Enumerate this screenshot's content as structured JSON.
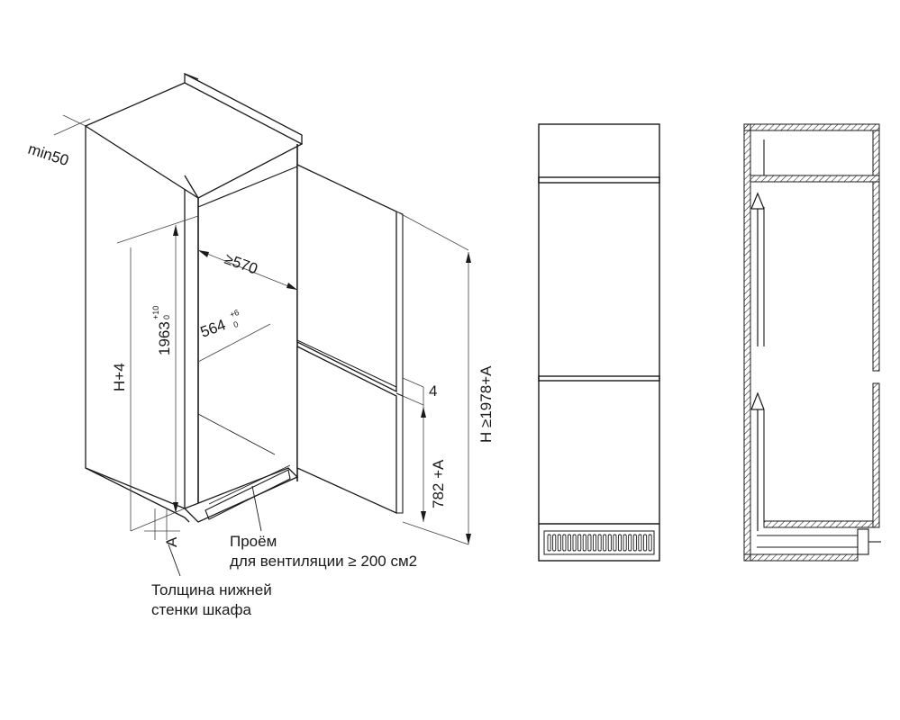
{
  "dimensions": {
    "min_gap": "min50",
    "depth_total": "≥570",
    "depth_inner_base": "564",
    "depth_inner_tol_top": "+6",
    "depth_inner_tol_bottom": "0",
    "niche_height_base": "1963",
    "niche_height_tol_top": "+10",
    "niche_height_tol_bottom": "0",
    "h_plus_4": "H+4",
    "h_total": "H ≥1978+A",
    "gap_4": "4",
    "lower_door": "782 +A",
    "a_label": "A"
  },
  "captions": {
    "vent_line1": "Проём",
    "vent_line2": "для вентиляции ≥ 200 см2",
    "bottom_line1": "Толщина нижней",
    "bottom_line2": "стенки шкафа"
  },
  "colors": {
    "line": "#1a1a1a",
    "thin": "#444444"
  }
}
